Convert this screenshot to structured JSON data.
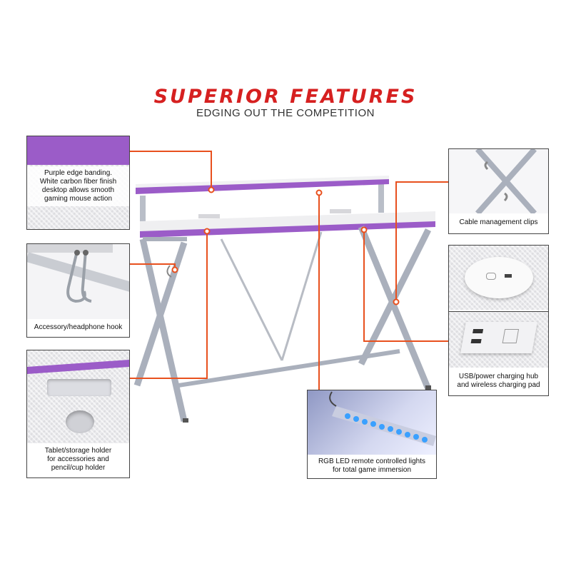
{
  "header": {
    "title": "SUPERIOR FEATURES",
    "subtitle": "EDGING OUT THE COMPETITION"
  },
  "colors": {
    "title": "#d62020",
    "callout_line": "#e8501e",
    "purple_edge": "#9b5cc8",
    "frame": "#aab0bc",
    "led_blue": "#3aa0ff"
  },
  "callouts": {
    "edge_banding": "Purple edge banding.\nWhite carbon fiber finish\ndesktop allows smooth\ngaming mouse action",
    "headphone_hook": "Accessory/headphone hook",
    "tablet_holder": "Tablet/storage holder\nfor accessories and\npencil/cup holder",
    "cable_clips": "Cable management clips",
    "charging_hub": "USB/power charging hub\nand wireless charging pad",
    "rgb_led": "RGB LED remote controlled lights\nfor total game immersion"
  }
}
